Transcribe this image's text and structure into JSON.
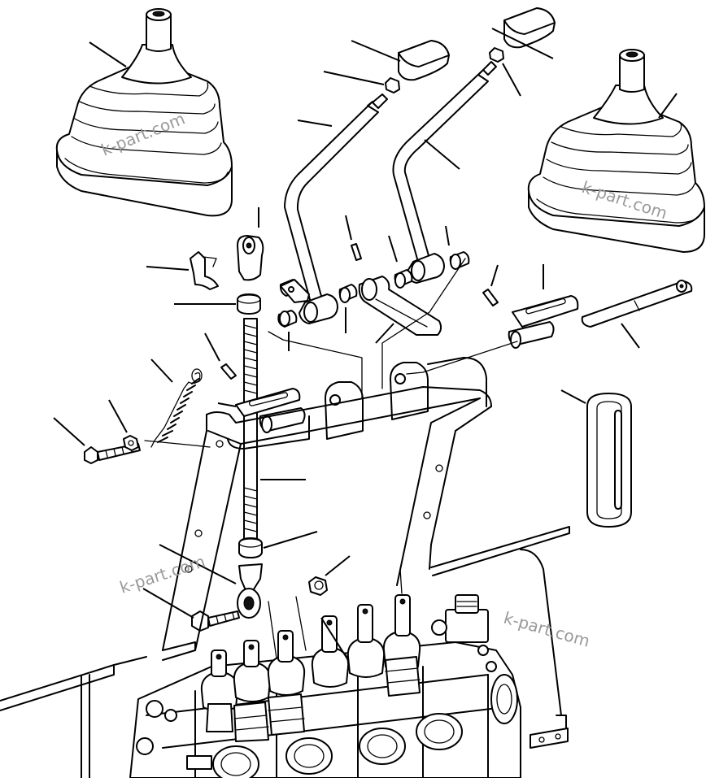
{
  "watermarks": [
    "k-part.com",
    "k-part.com",
    "k-part.com",
    "k-part.com"
  ],
  "colors": {
    "line": "#000000",
    "background": "#ffffff",
    "watermark": "#9a9a9a"
  }
}
